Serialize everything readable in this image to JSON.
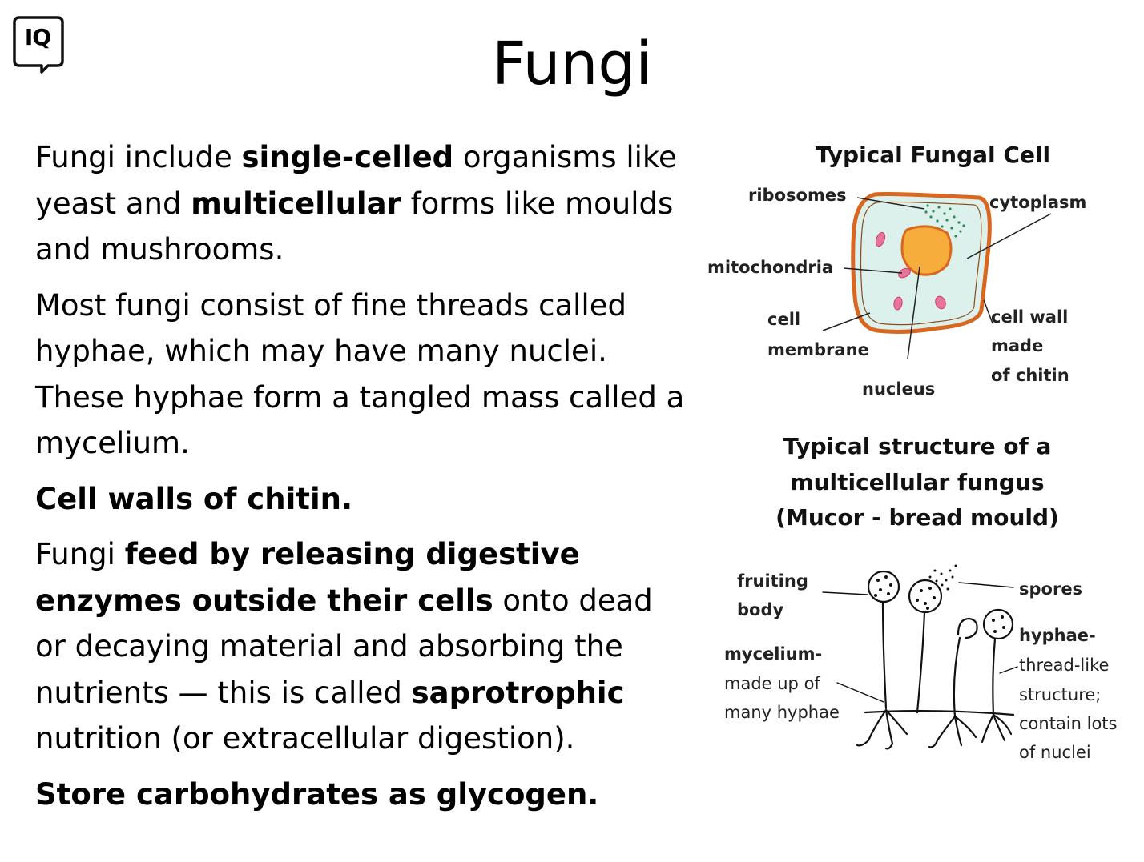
{
  "logo": {
    "text": "IQ"
  },
  "title": "Fungi",
  "paragraphs": {
    "p1": {
      "t1": "Fungi include ",
      "b1": "single-celled",
      "t2": " organisms like yeast and ",
      "b2": "multicellular",
      "t3": " forms like moulds and mushrooms."
    },
    "p2": "Most fungi consist of fine threads called hyphae, which may have many nuclei. These hyphae form a tangled mass called a mycelium.",
    "p3": "Cell walls of chitin.",
    "p4": {
      "t1": "Fungi ",
      "b1": "feed by releasing digestive enzymes outside their cells",
      "t2": " onto dead or decaying material and absorbing the nutrients — this is called ",
      "b2": "saprotrophic",
      "t3": " nutrition (or extracellular digestion)."
    },
    "p5": "Store carbohydrates as glycogen."
  },
  "cell_diagram": {
    "title": "Typical Fungal Cell",
    "labels": {
      "ribosomes": "ribosomes",
      "cytoplasm": "cytoplasm",
      "mitochondria": "mitochondria",
      "cell_membrane_1": "cell",
      "cell_membrane_2": "membrane",
      "nucleus": "nucleus",
      "cell_wall_1": "cell wall",
      "cell_wall_2": "made",
      "cell_wall_3": "of chitin"
    },
    "colors": {
      "wall": "#d9671f",
      "cytoplasm": "#dcf1ec",
      "nucleus": "#f7ad3c",
      "mitochondria": "#e8739b",
      "ribosomes": "#2e8b57"
    }
  },
  "mucor_diagram": {
    "title_lines": [
      "Typical structure of a",
      "multicellular fungus",
      "(Mucor - bread mould)"
    ],
    "labels": {
      "fruiting_body_1": "fruiting",
      "fruiting_body_2": "body",
      "spores": "spores",
      "mycelium_1": "mycelium-",
      "mycelium_2": "made up of",
      "mycelium_3": "many hyphae",
      "hyphae_1": "hyphae-",
      "hyphae_2": "thread-like",
      "hyphae_3": "structure;",
      "hyphae_4": "contain lots",
      "hyphae_5": "of nuclei"
    }
  }
}
